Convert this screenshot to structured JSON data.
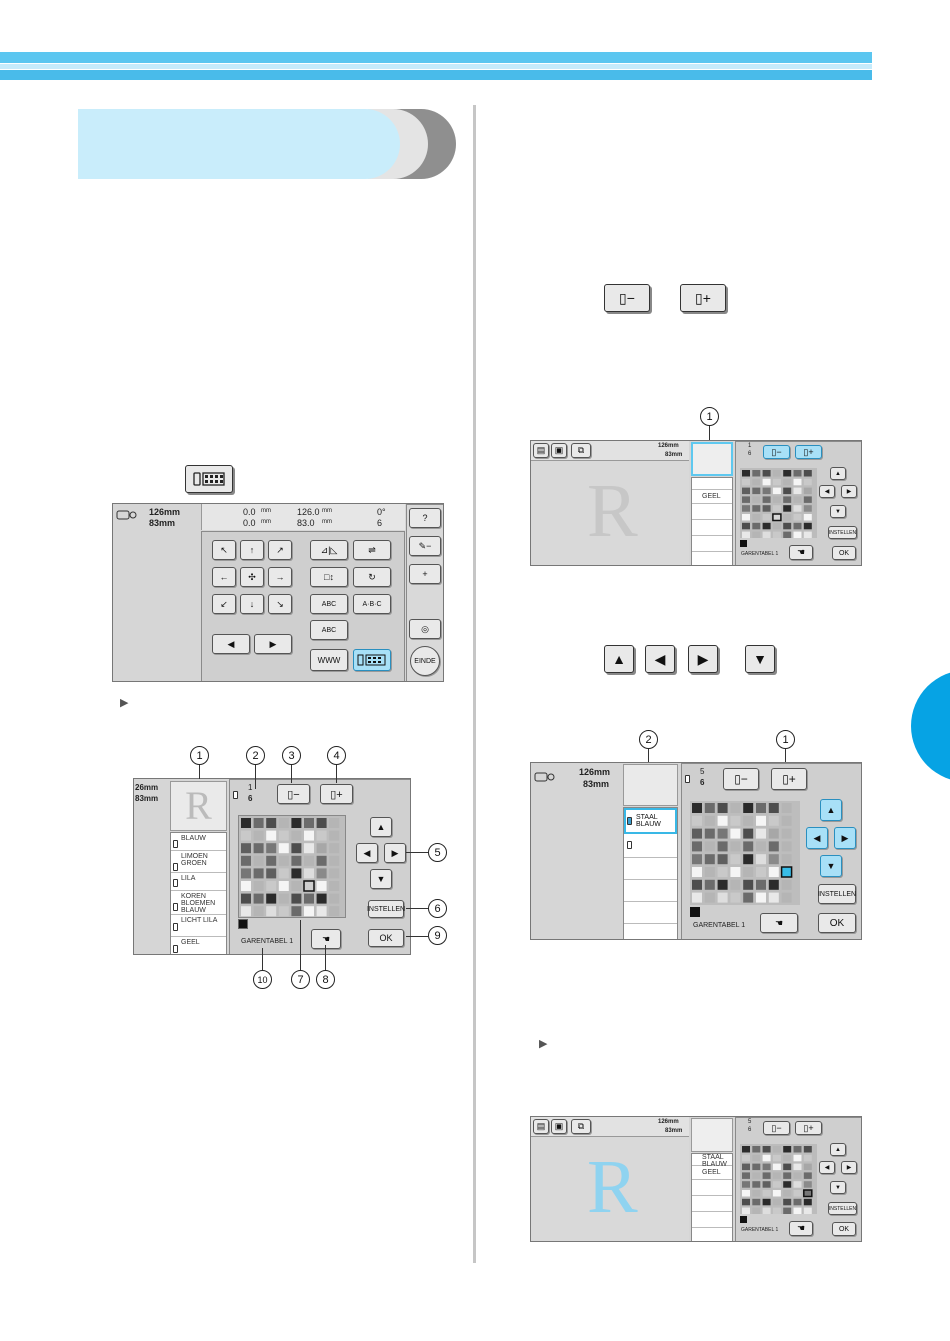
{
  "colors": {
    "accent": "#06a3e4",
    "header": "#5bc6f0",
    "tab": "#c9edfb",
    "screen": "#d6d6d6",
    "selected": "#38bde8"
  },
  "icons": [
    "thread-color-change-icon",
    "spool-minus-icon",
    "spool-plus-icon",
    "arrow-up-icon",
    "arrow-left-icon",
    "arrow-right-icon",
    "arrow-down-icon",
    "hand-icon",
    "mirror-icon",
    "rotate-icon",
    "right-triangle-icon"
  ],
  "screen1": {
    "size_w": "126mm",
    "size_h": "83mm",
    "pos_x": "0.0",
    "pos_y": "0.0",
    "mm": "mm",
    "dim_w": "126.0",
    "dim_h": "83.0",
    "angle": "0°",
    "colors": "6",
    "end": "EINDE"
  },
  "screen2": {
    "size_w": "26mm",
    "size_h": "83mm",
    "frac_top": "1",
    "frac_bottom": "6",
    "threads": [
      "BLAUW",
      "LIMOEN GROEN",
      "LILA",
      "KOREN BLOEMEN BLAUW",
      "LICHT LILA",
      "GEEL"
    ],
    "set": "INSTELLEN",
    "ok": "OK",
    "table": "GARENTABEL 1",
    "callouts": [
      "1",
      "2",
      "3",
      "4",
      "5",
      "6",
      "7",
      "8",
      "9",
      "10"
    ]
  },
  "screen3": {
    "size_w": "126mm",
    "size_h": "83mm",
    "frac_top": "1",
    "frac_bottom": "6",
    "threads": [
      "",
      "GEEL"
    ],
    "set": "INSTELLEN",
    "ok": "OK",
    "table": "GARENTABEL 1",
    "callout": "1"
  },
  "screen4": {
    "size_w": "126mm",
    "size_h": "83mm",
    "frac_top": "5",
    "frac_bottom": "6",
    "threads": [
      "STAAL BLAUW"
    ],
    "set": "INSTELLEN",
    "ok": "OK",
    "table": "GARENTABEL 1",
    "callouts": [
      "2",
      "1"
    ]
  },
  "screen5": {
    "size_w": "126mm",
    "size_h": "83mm",
    "frac_top": "5",
    "frac_bottom": "6",
    "threads": [
      "STAAL BLAUW",
      "GEEL"
    ],
    "set": "INSTELLEN",
    "ok": "OK",
    "table": "GARENTABEL 1"
  }
}
